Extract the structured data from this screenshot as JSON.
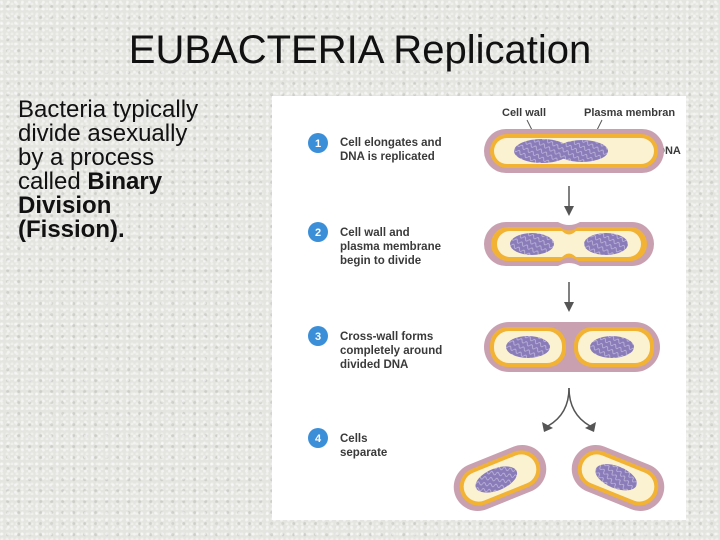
{
  "title": "EUBACTERIA Replication",
  "body": {
    "line1": "Bacteria typically",
    "line2": "divide asexually",
    "line3": "by a process",
    "line4_prefix": "called ",
    "line4_bold": "Binary",
    "line5": "Division",
    "line6": "(Fission)."
  },
  "figure": {
    "callouts": {
      "cell_wall": "Cell wall",
      "plasma_membrane": "Plasma membran",
      "dna": "DNA"
    },
    "steps": [
      {
        "number": "1",
        "line1": "Cell elongates and",
        "line2": "DNA is replicated",
        "line3": ""
      },
      {
        "number": "2",
        "line1": "Cell wall and",
        "line2": "plasma membrane",
        "line3": "begin to divide"
      },
      {
        "number": "3",
        "line1": "Cross-wall forms",
        "line2": "completely around",
        "line3": "divided DNA"
      },
      {
        "number": "4",
        "line1": "Cells",
        "line2": "separate",
        "line3": ""
      }
    ],
    "colors": {
      "cell_wall": "#c9a0b0",
      "plasma_membrane": "#f2b233",
      "cytoplasm": "#fbf2d2",
      "dna": "#8a7cb8",
      "step_circle": "#3b8fd9"
    }
  }
}
